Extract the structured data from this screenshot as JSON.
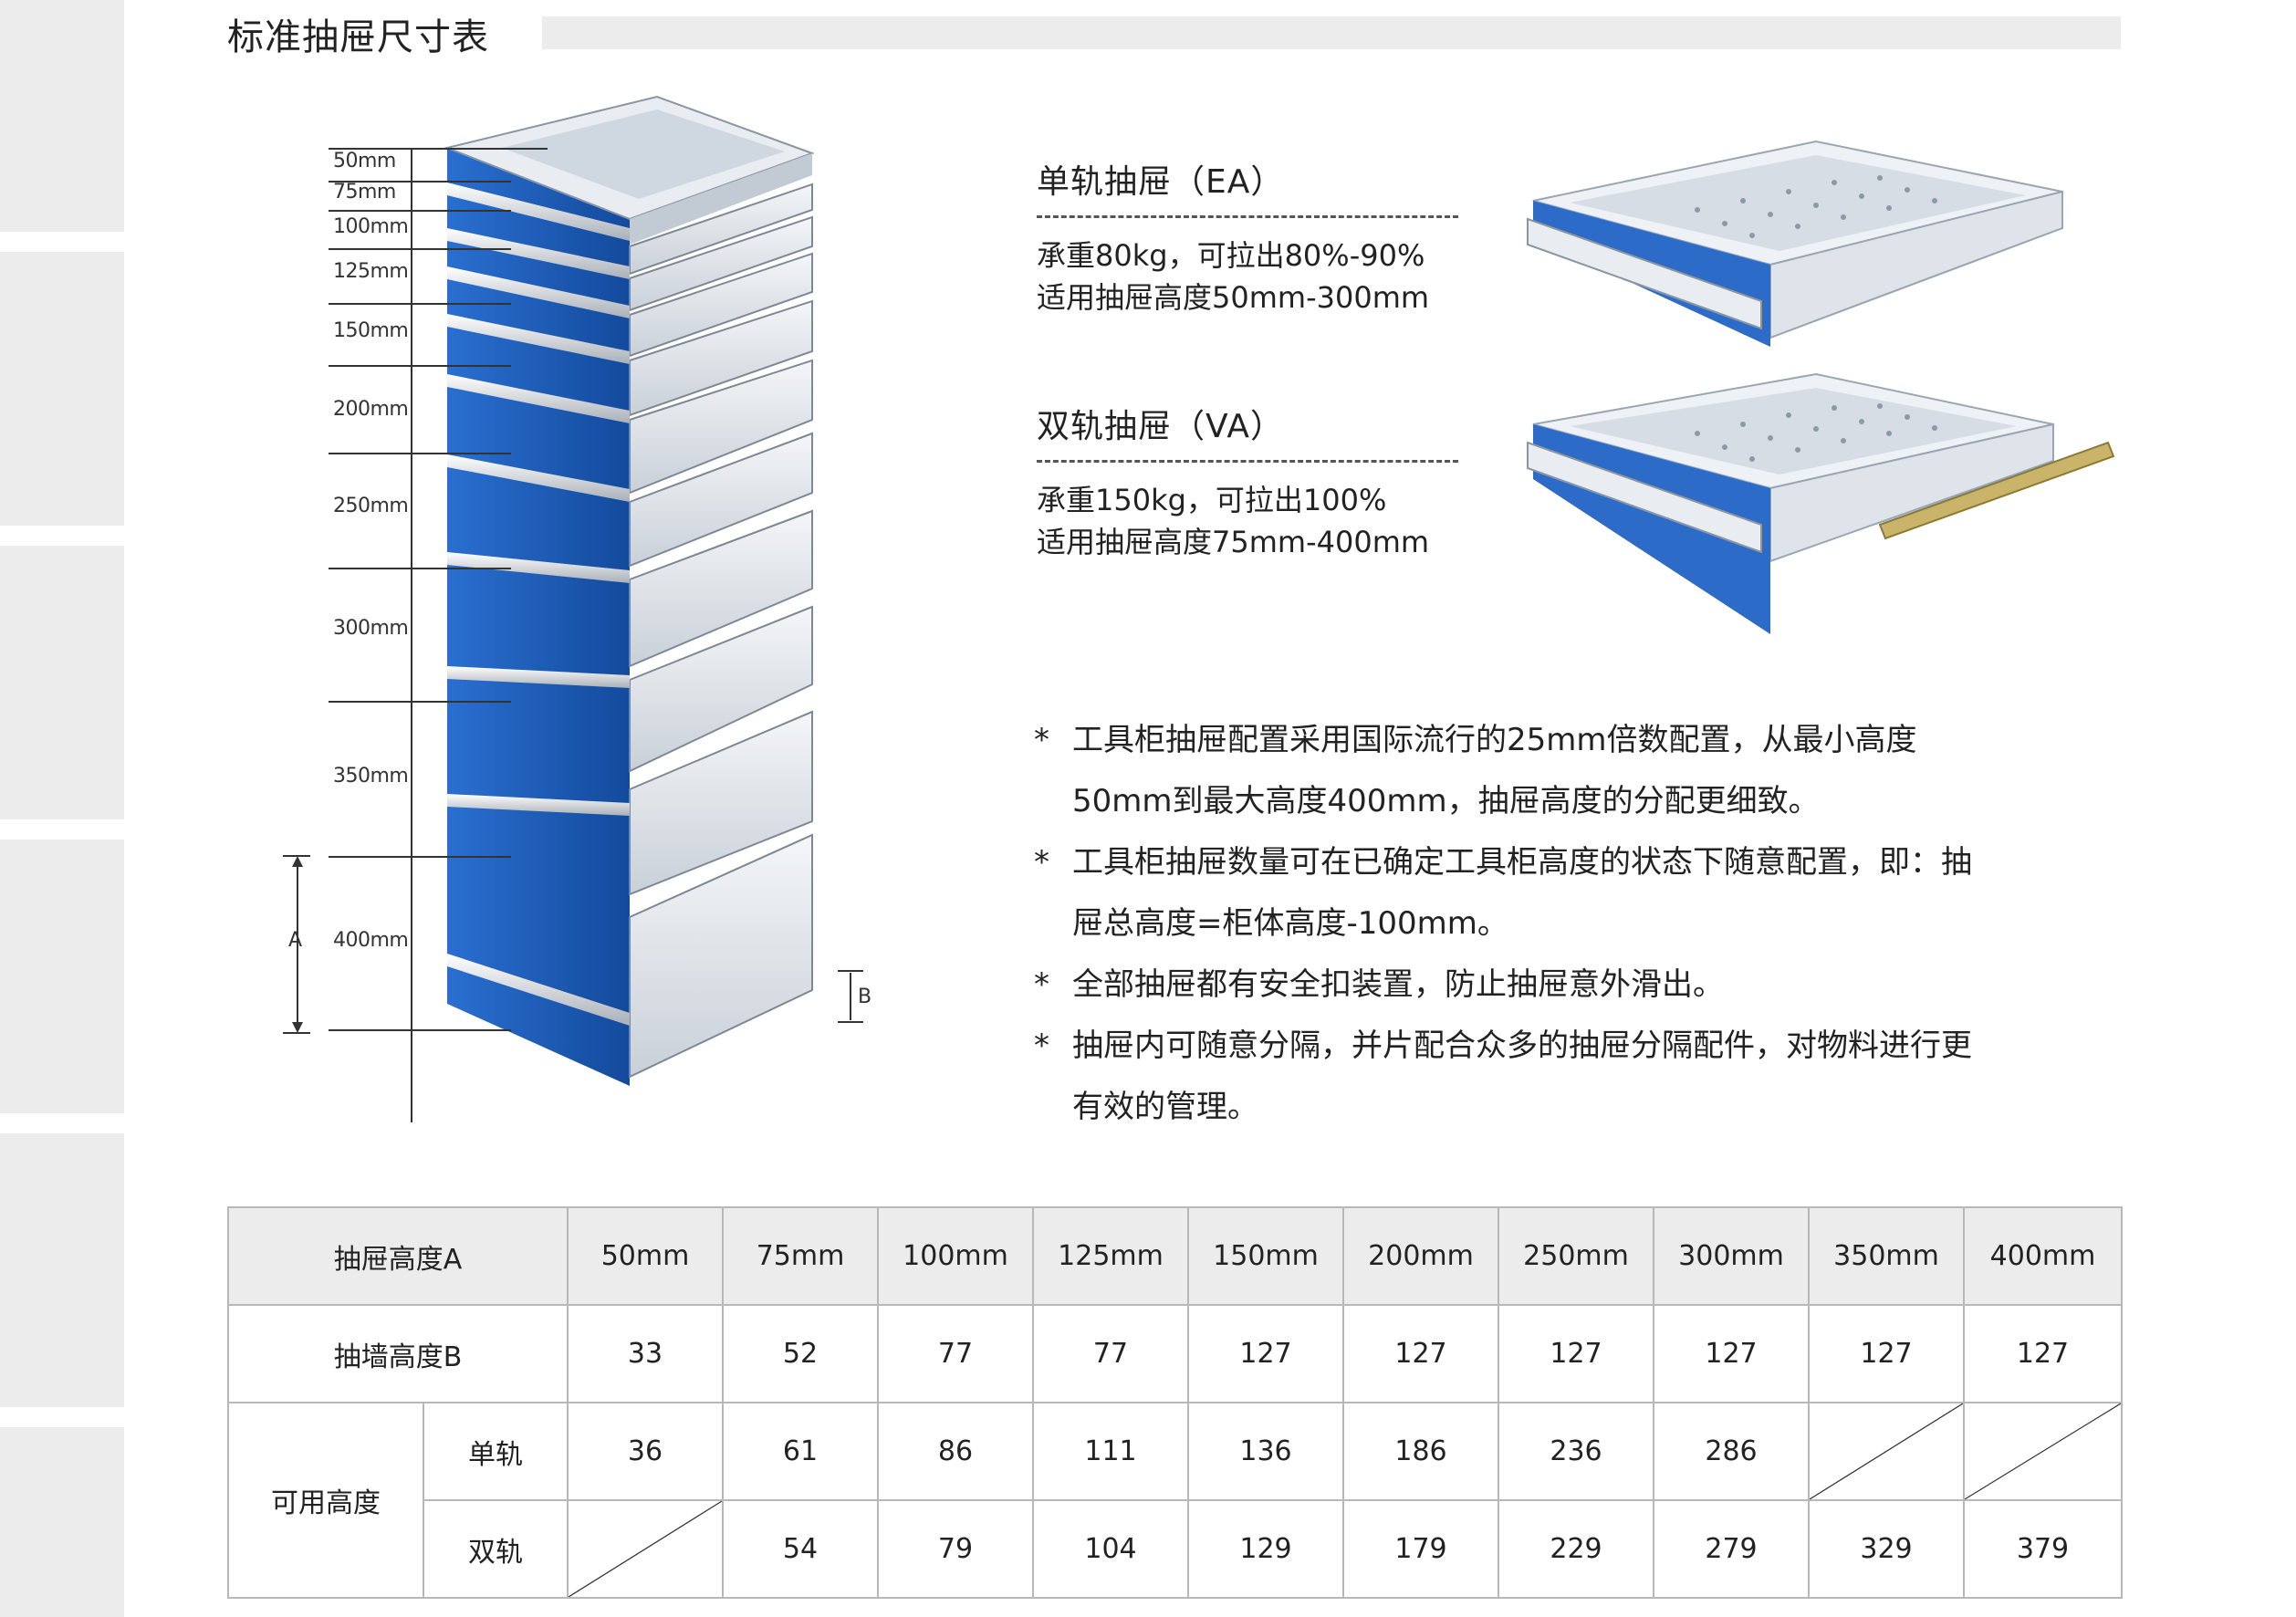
{
  "title": "标准抽屉尺寸表",
  "cabinet": {
    "sizes": [
      "50mm",
      "75mm",
      "100mm",
      "125mm",
      "150mm",
      "200mm",
      "250mm",
      "300mm",
      "350mm",
      "400mm"
    ],
    "label_a": "A",
    "label_b": "B"
  },
  "drawer_types": [
    {
      "title": "单轨抽屉（EA）",
      "line1": "承重80kg，可拉出80%-90%",
      "line2": "适用抽屉高度50mm-300mm"
    },
    {
      "title": "双轨抽屉（VA）",
      "line1": "承重150kg，可拉出100%",
      "line2": "适用抽屉高度75mm-400mm"
    }
  ],
  "notes": [
    {
      "star": "*",
      "text": "工具柜抽屉配置采用国际流行的25mm倍数配置，从最小高度50mm到最大高度400mm，抽屉高度的分配更细致。"
    },
    {
      "star": "*",
      "text": "工具柜抽屉数量可在已确定工具柜高度的状态下随意配置，即：抽屉总高度=柜体高度-100mm。"
    },
    {
      "star": "*",
      "text": "全部抽屉都有安全扣装置，防止抽屉意外滑出。"
    },
    {
      "star": "*",
      "text": "抽屉内可随意分隔，并片配合众多的抽屉分隔配件，对物料进行更有效的管理。"
    }
  ],
  "table": {
    "header_label": "抽屉高度A",
    "heights": [
      "50mm",
      "75mm",
      "100mm",
      "125mm",
      "150mm",
      "200mm",
      "250mm",
      "300mm",
      "350mm",
      "400mm"
    ],
    "wall_label": "抽墙高度B",
    "wall_values": [
      "33",
      "52",
      "77",
      "77",
      "127",
      "127",
      "127",
      "127",
      "127",
      "127"
    ],
    "usable_label": "可用高度",
    "single_label": "单轨",
    "single_values": [
      "36",
      "61",
      "86",
      "111",
      "136",
      "186",
      "236",
      "286",
      "",
      ""
    ],
    "double_label": "双轨",
    "double_values": [
      "",
      "54",
      "79",
      "104",
      "129",
      "179",
      "229",
      "279",
      "329",
      "379"
    ]
  },
  "colors": {
    "cabinet_blue": "#1f5fb8",
    "drawer_grey": "#dfe4ea",
    "tab_grey": "#ececec",
    "table_border": "#b8b8b8"
  }
}
